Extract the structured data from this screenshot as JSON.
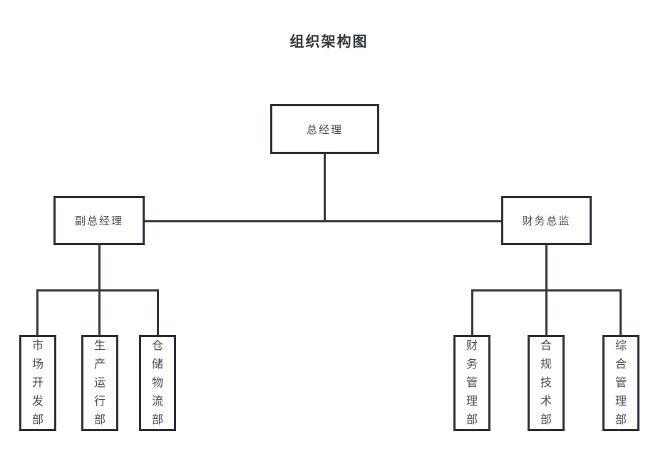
{
  "title": "组织架构图",
  "org": {
    "root": {
      "label": "总经理"
    },
    "level2": [
      {
        "label": "副总经理"
      },
      {
        "label": "财务总监"
      }
    ],
    "left_departments": [
      {
        "label": "市场开发部"
      },
      {
        "label": "生产运行部"
      },
      {
        "label": "仓储物流部"
      }
    ],
    "right_departments": [
      {
        "label": "财务管理部"
      },
      {
        "label": "合规技术部"
      },
      {
        "label": "综合管理部"
      }
    ]
  },
  "colors": {
    "background": "#ffffff",
    "box_fill": "#ffffff",
    "box_border": "#2b323c",
    "connector": "#35393e",
    "label_text": "#474d55",
    "title_text": "#33383f"
  }
}
